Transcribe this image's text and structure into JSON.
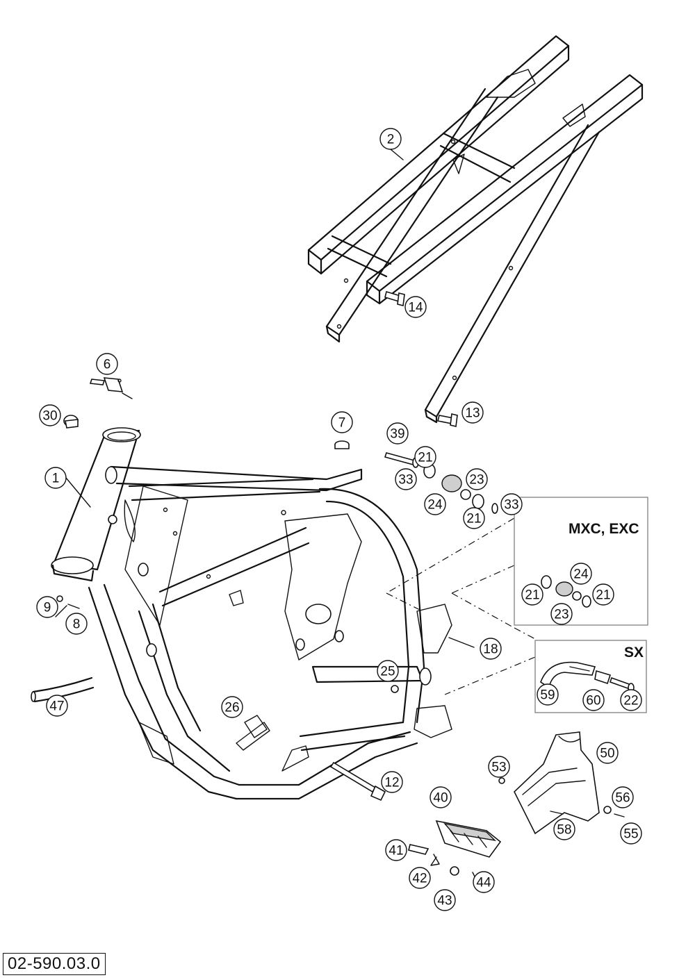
{
  "drawing_number": "02-590.03.0",
  "variant_boxes": [
    {
      "label": "MXC, EXC"
    },
    {
      "label": "SX"
    }
  ],
  "callouts": [
    "1",
    "2",
    "6",
    "7",
    "8",
    "9",
    "12",
    "13",
    "14",
    "18",
    "21",
    "21",
    "21",
    "21",
    "22",
    "23",
    "23",
    "24",
    "24",
    "25",
    "26",
    "30",
    "33",
    "33",
    "39",
    "40",
    "41",
    "42",
    "43",
    "44",
    "47",
    "50",
    "53",
    "55",
    "56",
    "58",
    "59",
    "60"
  ]
}
